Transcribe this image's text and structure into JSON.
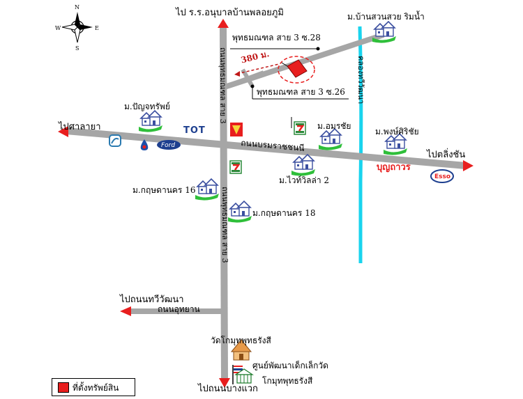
{
  "colors": {
    "road": "#a6a6a6",
    "canal": "#19d4ee",
    "arrow": "#e81e1e",
    "property": "#e81e1e",
    "house_roof": "#3b4fa0",
    "house_grass": "#2fbf3a",
    "distance": "#c01818"
  },
  "compass": {
    "north": "N",
    "south": "S",
    "east": "E",
    "west": "W"
  },
  "roads": {
    "main_horizontal": "ถนนบรมราชชนนี",
    "main_vertical_upper": "ถนนพุทธมณฑล สาย 3",
    "main_vertical_lower": "ถนนพุทธมณฑล สาย 3",
    "soi_28": "พุทธมณฑล สาย 3 ซ.28",
    "soi_26": "พุทธมณฑล สาย 3 ซ.26",
    "udomyan": "ถนนอุทยาน",
    "canal": "คลองทวีวัฒนา"
  },
  "directions": {
    "north": "ไป ร.ร.อนุบาลบ้านพลอยภูมิ",
    "west": "ไปศาลายา",
    "east": "ไปตลิ่งชัน",
    "south": "ไปถนนบางแวก",
    "southwest": "ไปถนนทวีวัฒนา"
  },
  "distance": "380 ม.",
  "places": {
    "ban_suan_suay": "ม.บ้านสวนสวย ริมน้ำ",
    "punya_sap": "ม.ปัญจทรัพย์",
    "amornchai": "ม.อมรชัย",
    "pongsirichai": "ม.พงษ์ศิริชัย",
    "white_villa": "ม.ไวท์วิลล่า 2",
    "kritsada_16": "ม.กฤษดานคร 16",
    "kritsada_18": "ม.กฤษดานคร 18",
    "wat": "วัดโกมุทพุทธรังสี",
    "child_center_1": "ศูนย์พัฒนาเด็กเล็กวัด",
    "child_center_2": "โกมุทพุทธรังสี"
  },
  "brands": {
    "tot": "TOT",
    "ford": "Ford",
    "esso": "Esso",
    "boonthavorn": "บุญถาวร"
  },
  "legend": {
    "label": "ที่ตั้งทรัพย์สิน"
  }
}
